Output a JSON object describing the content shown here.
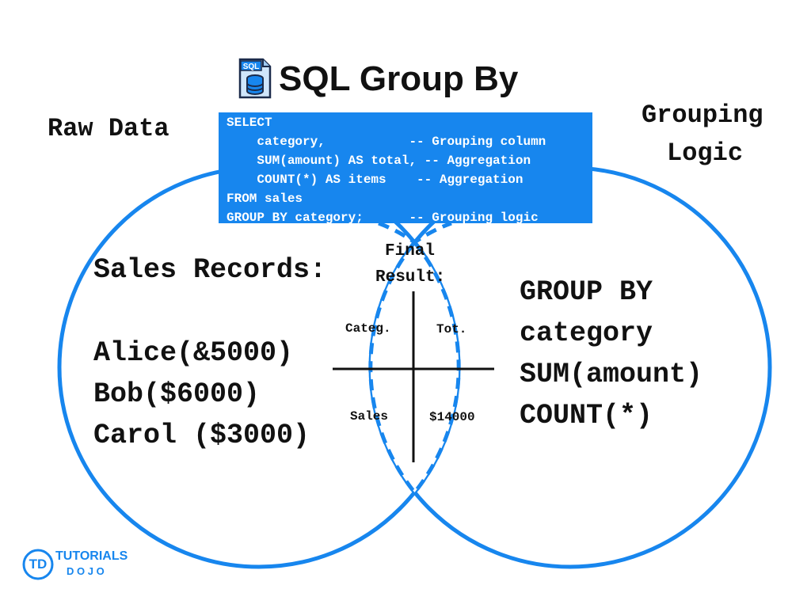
{
  "title": "SQL Group By",
  "icons": {
    "title_icon": "sql-database-file-icon",
    "title_icon_text": "SQL"
  },
  "labels": {
    "raw_data": "Raw Data",
    "grouping_logic_line1": "Grouping",
    "grouping_logic_line2": "Logic"
  },
  "code_lines": [
    "SELECT",
    "    category,           -- Grouping column",
    "    SUM(amount) AS total, -- Aggregation",
    "    COUNT(*) AS items    -- Aggregation",
    "FROM sales",
    "GROUP BY category;      -- Grouping logic"
  ],
  "left_circle": {
    "heading": "Sales Records:",
    "records": [
      "Alice(&5000)",
      "Bob($6000)",
      "Carol ($3000)"
    ]
  },
  "intersection": {
    "heading_line1": "Final",
    "heading_line2": "Result:",
    "header_cells": [
      "Categ.",
      "Tot."
    ],
    "row_cells": [
      "Sales",
      "$14000"
    ]
  },
  "right_circle": {
    "lines": [
      "GROUP BY",
      "category",
      "SUM(amount)",
      "COUNT(*)"
    ]
  },
  "logo": {
    "line1": "TUTORIALS",
    "line2": "D O J O",
    "mark": "TD"
  },
  "colors": {
    "accent": "#1786ee",
    "text": "#111111",
    "background": "#ffffff"
  }
}
